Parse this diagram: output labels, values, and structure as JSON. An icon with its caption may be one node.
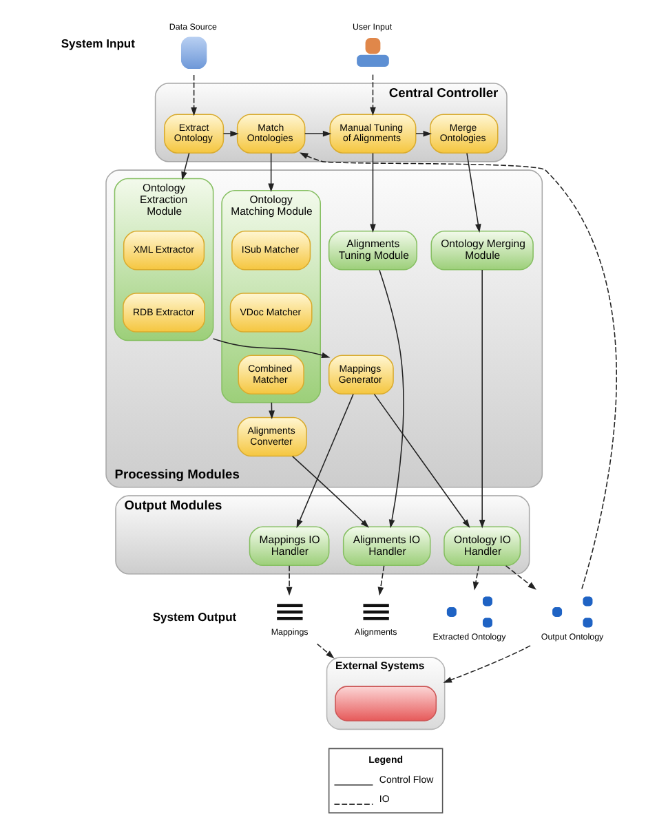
{
  "diagram": {
    "nodes": [
      {
        "text": [
          "Data Source"
        ]
      },
      {
        "text": [
          "User Input"
        ]
      },
      {
        "text": [
          "Central Controller"
        ]
      },
      {
        "text": [
          "Extract Ontology"
        ],
        "in": 2
      },
      {
        "text": [
          "Match Ontologies"
        ],
        "in": 2
      },
      {
        "text": [
          "Manual Tuning of Alignments"
        ],
        "in": 2
      },
      {
        "text": [
          "Merge Ontologies"
        ],
        "in": 2
      },
      {
        "text": [
          "Processing Modules"
        ]
      },
      {
        "text": [
          "Ontology Extraction Module"
        ],
        "in": 7
      },
      {
        "text": [
          "XML Extractor"
        ],
        "in": 8
      },
      {
        "text": [
          "RDB Extractor"
        ],
        "in": 8
      },
      {
        "text": [
          "Mappings Generator"
        ],
        "in": 7
      },
      {
        "text": [
          "Ontology Matching Module"
        ],
        "in": 7
      },
      {
        "text": [
          "ISub Matcher"
        ],
        "in": 12
      },
      {
        "text": [
          "VDoc Matcher"
        ],
        "in": 12
      },
      {
        "text": [
          "Combined Matcher"
        ],
        "in": 12
      },
      {
        "text": [
          "Alignments Converter"
        ],
        "in": 7
      },
      {
        "text": [
          "Alignments Tuning Module"
        ],
        "in": 7
      },
      {
        "text": [
          "Ontology Merging Module"
        ],
        "in": 7
      },
      {
        "text": [
          "Output Modules"
        ]
      },
      {
        "text": [
          "Mappings IO Handler"
        ],
        "in": 19
      },
      {
        "text": [
          "Alignments IO Handler"
        ],
        "in": 19
      },
      {
        "text": [
          "Ontology IO Handler"
        ],
        "in": 19
      },
      {
        "text": [
          "Mappings"
        ]
      },
      {
        "text": [
          "Extracted Ontology"
        ]
      },
      {
        "text": [
          "Alignments"
        ]
      },
      {
        "text": [
          "Output Ontology"
        ]
      },
      {
        "text": [
          "External Systems"
        ]
      },
      {
        "text": [],
        "shape": "box",
        "in": 27
      }
    ],
    "edges": [
      {
        "from": 0,
        "to": 3,
        "arrow": "to",
        "style": "dashed"
      },
      {
        "from": 1,
        "to": 5,
        "arrow": "to",
        "style": "dashed"
      },
      {
        "from": 26,
        "to": 4,
        "arrow": "to",
        "style": "dashed"
      },
      {
        "from": 3,
        "to": 4,
        "arrow": "to"
      },
      {
        "from": 4,
        "to": 5,
        "arrow": "to"
      },
      {
        "from": 5,
        "to": 6,
        "arrow": "to"
      },
      {
        "from": 3,
        "to": 8,
        "arrow": "to"
      },
      {
        "from": 4,
        "to": 12,
        "arrow": "to"
      },
      {
        "from": 5,
        "to": 17,
        "arrow": "to"
      },
      {
        "from": 6,
        "to": 18,
        "arrow": "to"
      },
      {
        "from": 8,
        "to": 11,
        "arrow": "to"
      },
      {
        "from": 12,
        "to": 16,
        "arrow": "to"
      },
      {
        "from": 11,
        "to": 20,
        "arrow": "to"
      },
      {
        "from": 11,
        "to": 22,
        "arrow": "to"
      },
      {
        "from": 16,
        "to": 21,
        "arrow": "to"
      },
      {
        "from": 17,
        "to": 21,
        "arrow": "to"
      },
      {
        "from": 18,
        "to": 22,
        "arrow": "to"
      },
      {
        "from": 20,
        "to": 23,
        "arrow": "to",
        "style": "dashed"
      },
      {
        "from": 22,
        "to": 24,
        "arrow": "to",
        "style": "dashed"
      },
      {
        "from": 21,
        "to": 25,
        "arrow": "to",
        "style": "dashed"
      },
      {
        "from": 22,
        "to": 26,
        "arrow": "to",
        "style": "dashed"
      },
      {
        "from": 23,
        "to": 27,
        "arrow": "to",
        "style": "dashed"
      },
      {
        "from": 26,
        "to": 27,
        "arrow": "to",
        "style": "dashed"
      }
    ],
    "labels": [
      "System Input",
      "System Output",
      "Legend"
    ],
    "legend": [
      {
        "text": "Control Flow"
      },
      {
        "text": "IO"
      }
    ]
  }
}
